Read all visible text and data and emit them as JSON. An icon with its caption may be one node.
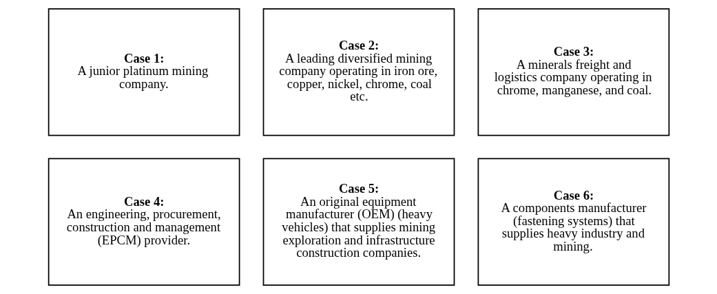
{
  "diagram": {
    "nodes": [
      {
        "text": [
          "Case 1:",
          "A junior platinum mining company."
        ]
      },
      {
        "text": [
          "Case 2:",
          "A leading diversified mining company operating in iron ore, copper, nickel, chrome, coal etc."
        ]
      },
      {
        "text": [
          "Case 3:",
          "A minerals freight and logistics company operating in chrome, manganese, and coal."
        ]
      },
      {
        "text": [
          "Case 4:",
          "An engineering, procurement, construction and management (EPCM) provider."
        ]
      },
      {
        "text": [
          "Case 5:",
          "An original equipment manufacturer (OEM) (heavy vehicles) that supplies mining exploration and infrastructure construction companies."
        ]
      },
      {
        "text": [
          "Case 6:",
          "A components manufacturer (fastening systems) that supplies heavy industry and mining."
        ]
      }
    ],
    "edges": []
  }
}
